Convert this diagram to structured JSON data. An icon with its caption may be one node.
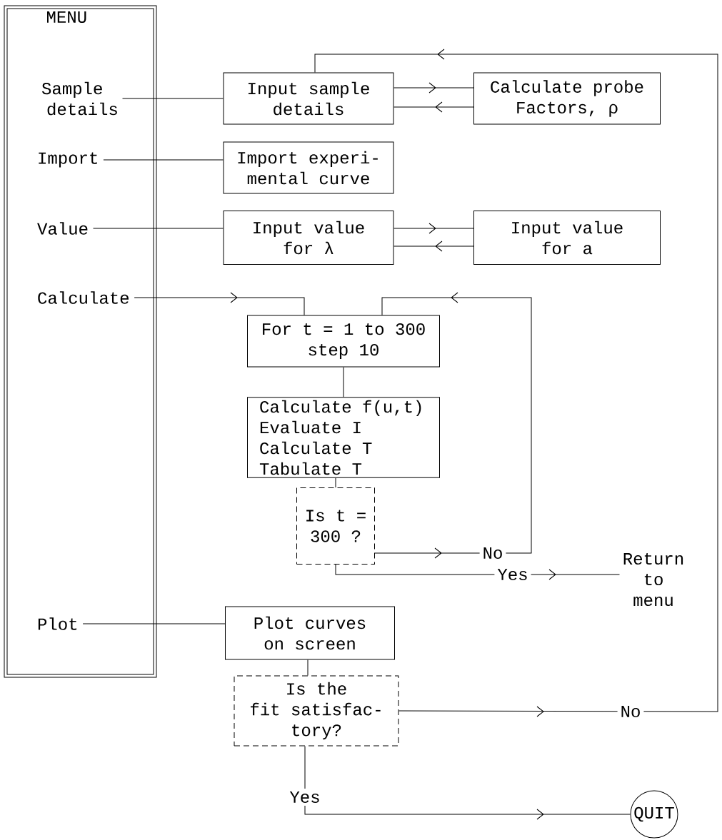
{
  "diagram": {
    "nodes": [
      {
        "text": [
          "MENU"
        ]
      },
      {
        "text": [
          "Sample details"
        ],
        "in": 0
      },
      {
        "text": [
          "Import"
        ],
        "in": 0
      },
      {
        "text": [
          "Value"
        ],
        "in": 0
      },
      {
        "text": [
          "Calculate"
        ],
        "in": 0
      },
      {
        "text": [
          "Plot"
        ],
        "in": 0
      },
      {
        "text": [
          "Input sample details"
        ]
      },
      {
        "text": [
          "Calculate probe Factors, ρ"
        ]
      },
      {
        "text": [
          "Import experi- mental curve"
        ]
      },
      {
        "text": [
          "Input value for λ"
        ]
      },
      {
        "text": [
          "Input value for a"
        ]
      },
      {
        "text": [
          "For t = 1 to 300 step 10"
        ]
      },
      {
        "text": [
          "Calculate f(u,t) Evaluate I Calculate T Tabulate T"
        ]
      },
      {
        "text": [
          "Is t = 300 ?"
        ]
      },
      {
        "text": [
          "Return to menu"
        ]
      },
      {
        "text": [
          "Plot curves on screen"
        ]
      },
      {
        "text": [
          "Is the fit satisfac- tory?"
        ]
      },
      {
        "text": [
          "QUIT"
        ]
      }
    ],
    "edges": [
      {
        "from": 1,
        "to": 6,
        "arrow": "none"
      },
      {
        "from": 6,
        "to": 7,
        "arrow": "to"
      },
      {
        "from": 7,
        "to": 6,
        "arrow": "to"
      },
      {
        "from": 2,
        "to": 8,
        "arrow": "none"
      },
      {
        "from": 3,
        "to": 9,
        "arrow": "none"
      },
      {
        "from": 9,
        "to": 10,
        "arrow": "to"
      },
      {
        "from": 10,
        "to": 9,
        "arrow": "to"
      },
      {
        "from": 4,
        "to": 11,
        "arrow": "to"
      },
      {
        "from": 11,
        "to": 12,
        "arrow": "none"
      },
      {
        "from": 12,
        "to": 13,
        "arrow": "none"
      },
      {
        "from": 13,
        "to": 11,
        "arrow": "to",
        "label": "No"
      },
      {
        "from": 13,
        "to": 14,
        "arrow": "to",
        "label": "Yes"
      },
      {
        "from": 5,
        "to": 15,
        "arrow": "none"
      },
      {
        "from": 15,
        "to": 16,
        "arrow": "none"
      },
      {
        "from": 16,
        "to": 6,
        "arrow": "to",
        "label": "No"
      },
      {
        "from": 16,
        "to": 17,
        "arrow": "to",
        "label": "Yes"
      }
    ]
  }
}
